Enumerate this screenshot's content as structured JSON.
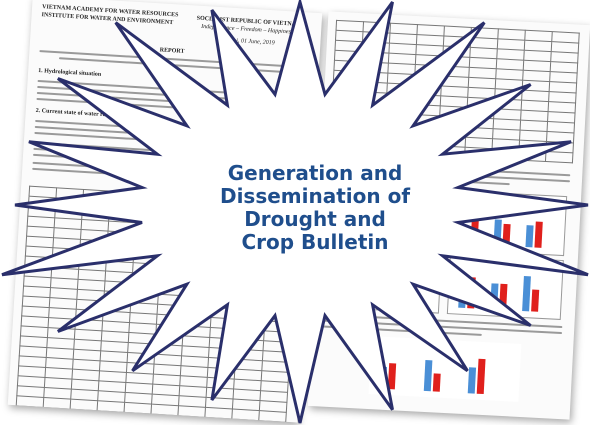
{
  "left_doc": {
    "header_left_1": "VIETNAM ACADEMY FOR WATER RESOURCES",
    "header_left_2": "INSTITUTE FOR WATER AND ENVIRONMENT",
    "header_right_1": "SOCIALIST REPUBLIC OF VIETNAM",
    "header_right_2": "Independence – Freedom – Happiness",
    "date": "Ha Noi, 01 June, 2019",
    "report_title": "REPORT",
    "section_1": "1. Hydrological situation",
    "section_2": "2. Current state of water resources"
  },
  "title": {
    "line1": "Generation and",
    "line2": "Dissemination of",
    "line3": "Drought and",
    "line4": "Crop Bulletin"
  },
  "colors": {
    "title_text": "#1f4e8c",
    "burst_outline": "#2a2f6b",
    "bar_blue": "#4a8fd6",
    "bar_red": "#e0201c"
  },
  "chart_data": [
    {
      "type": "bar",
      "series": [
        {
          "values": [
            5,
            7,
            6
          ]
        },
        {
          "values": [
            6,
            4,
            8
          ]
        }
      ]
    },
    {
      "type": "bar",
      "series": [
        {
          "values": [
            4,
            6,
            5
          ]
        },
        {
          "values": [
            7,
            5,
            6
          ]
        }
      ]
    },
    {
      "type": "bar",
      "series": [
        {
          "values": [
            6,
            5,
            7
          ]
        },
        {
          "values": [
            5,
            8,
            4
          ]
        }
      ]
    },
    {
      "type": "bar",
      "series": [
        {
          "values": [
            5,
            6,
            8
          ]
        },
        {
          "values": [
            7,
            6,
            5
          ]
        }
      ]
    }
  ]
}
